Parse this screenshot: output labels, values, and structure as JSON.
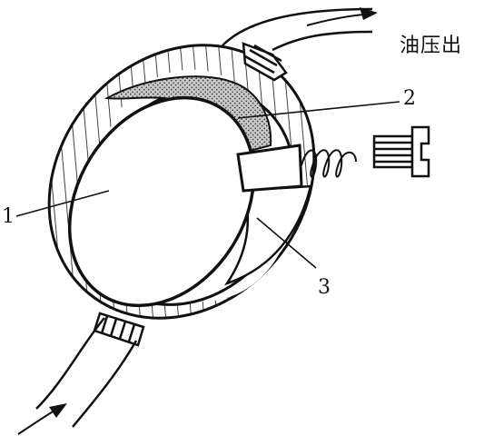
{
  "labels": {
    "outlet": "油压出",
    "part1": "1",
    "part2": "2",
    "part3": "3"
  },
  "colors": {
    "ink": "#111111",
    "background": "#ffffff"
  }
}
